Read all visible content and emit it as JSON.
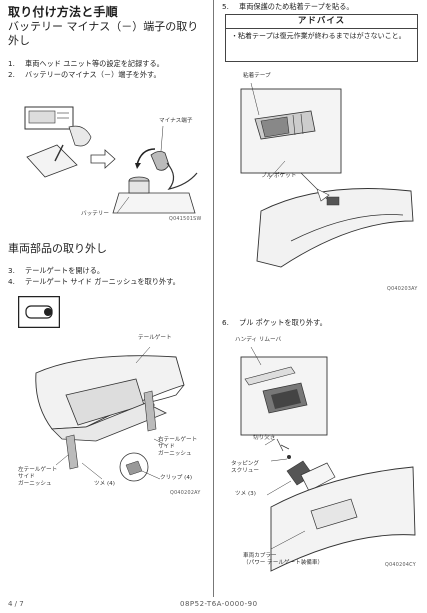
{
  "left": {
    "title": "取り付け方法と手順",
    "section1": {
      "heading": "バッテリー マイナス（－）端子の取り外し",
      "steps": [
        {
          "num": "1.",
          "text": "車両ヘッド ユニット等の設定を記録する。"
        },
        {
          "num": "2.",
          "text": "バッテリーのマイナス（－）端子を外す。"
        }
      ],
      "figure": {
        "labels": {
          "minus_terminal": "マイナス端子",
          "battery": "バッテリー"
        },
        "code": "Q041501SW"
      }
    },
    "section2": {
      "heading": "車両部品の取り外し",
      "steps": [
        {
          "num": "3.",
          "text": "テールゲートを開ける。"
        },
        {
          "num": "4.",
          "text": "テールゲート サイド ガーニッシュを取り外す。"
        }
      ],
      "figure": {
        "labels": {
          "tailgate": "テールゲート",
          "right_garnish": "右テールゲート\nサイド\nガーニッシュ",
          "left_garnish": "左テールゲート\nサイド\nガーニッシュ",
          "claw": "ツメ (4)",
          "clip": "クリップ (4)"
        },
        "code": "Q040202AY"
      }
    }
  },
  "right": {
    "step5": {
      "num": "5.",
      "text": "車両保護のため粘着テープを貼る。"
    },
    "advice": {
      "title": "アドバイス",
      "body": "・粘着テープは復元作業が終わるまではがさないこと。"
    },
    "figure1": {
      "labels": {
        "tape": "粘着テープ",
        "pull_pocket": "プル ポケット"
      },
      "code": "Q040203AY"
    },
    "step6": {
      "num": "6.",
      "text": "プル ポケットを取り外す。"
    },
    "figure2": {
      "labels": {
        "remover": "ハンディ リムーバ",
        "notch": "切り欠き",
        "tapping_screw": "タッピング\nスクリュー",
        "claw": "ツメ (3)",
        "coupler": "車両カプラー\n（パワー テールゲート装備車）"
      },
      "code": "Q040204CY"
    }
  },
  "footer": {
    "page": "4 / 7",
    "doc_code": "08P52-T6A-0000-90"
  }
}
